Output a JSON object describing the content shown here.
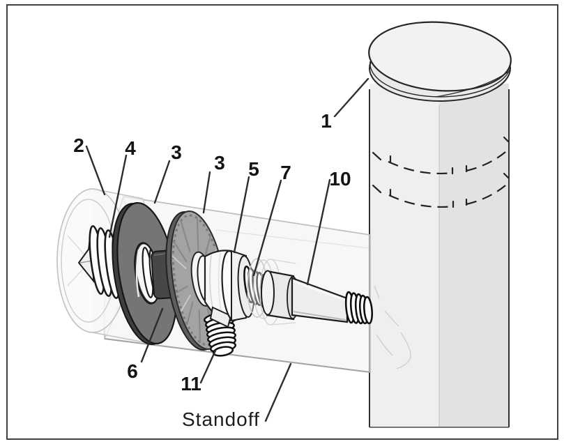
{
  "diagram": {
    "kind": "exploded-assembly-diagram",
    "part_label": "Standoff",
    "callouts": [
      {
        "id": "post-cap",
        "label": "1"
      },
      {
        "id": "standoff-cap",
        "label": "2"
      },
      {
        "id": "set-screw",
        "label": "4"
      },
      {
        "id": "flat-washer",
        "label": "3"
      },
      {
        "id": "serrated-washer",
        "label": "3"
      },
      {
        "id": "swivel-fitting",
        "label": "5"
      },
      {
        "id": "threaded-stud",
        "label": "7"
      },
      {
        "id": "mounting-bolt",
        "label": "10"
      },
      {
        "id": "spacer-block",
        "label": "6"
      },
      {
        "id": "locking-screw",
        "label": "11"
      }
    ],
    "colors": {
      "frame": "#3f3f3f",
      "outline": "#262626",
      "post_fill": "#efefef",
      "post_shade": "#e2e2e2",
      "cap_top": "#f2f2f2",
      "flat_washer": "#757575",
      "serrated_washer": "#a3a3a3",
      "spacer_block": "#464646",
      "ghost": "#c0c0c0"
    }
  }
}
